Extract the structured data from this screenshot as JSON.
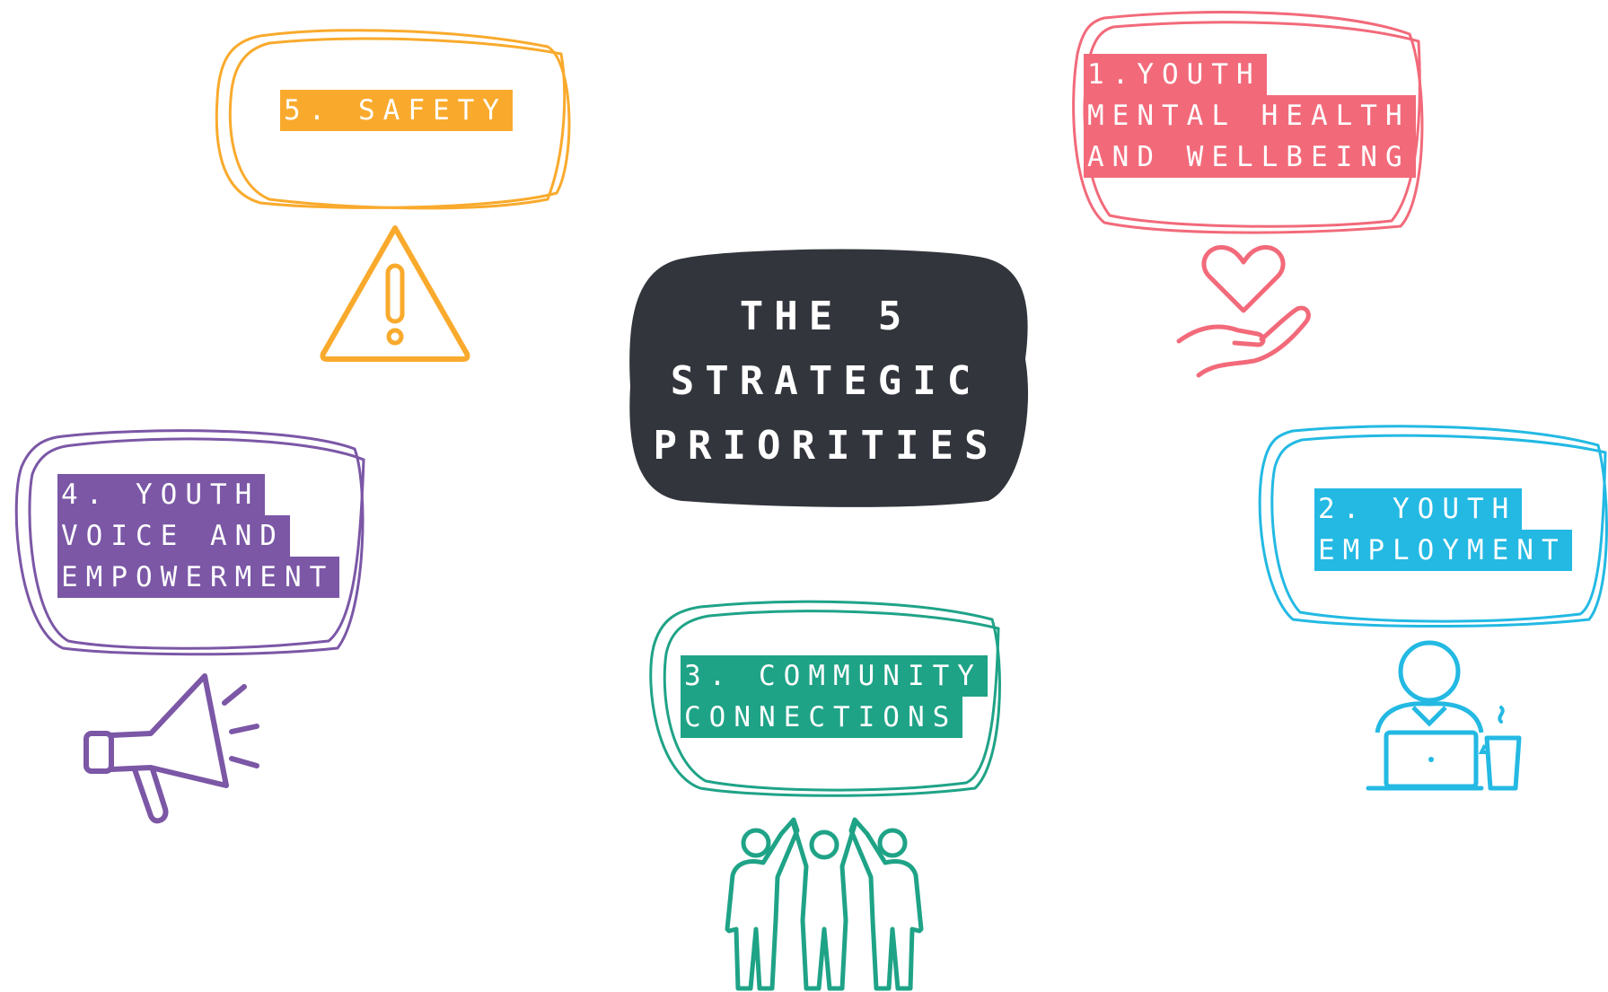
{
  "center": {
    "lines": [
      "THE 5",
      "STRATEGIC",
      "PRIORITIES"
    ]
  },
  "priorities": [
    {
      "id": "safety",
      "lines": [
        "5. SAFETY"
      ],
      "color": "#F9AA2D",
      "icon": "warning-triangle-icon"
    },
    {
      "id": "mental-health",
      "lines": [
        "1.YOUTH",
        "MENTAL HEALTH",
        "AND WELLBEING"
      ],
      "color": "#F26A7A",
      "icon": "heart-in-hand-icon"
    },
    {
      "id": "youth-voice",
      "lines": [
        "4. YOUTH",
        "VOICE AND",
        "EMPOWERMENT"
      ],
      "color": "#7B57A6",
      "icon": "megaphone-icon"
    },
    {
      "id": "employment",
      "lines": [
        "2. YOUTH",
        "EMPLOYMENT"
      ],
      "color": "#23B9E3",
      "icon": "person-at-laptop-icon"
    },
    {
      "id": "community",
      "lines": [
        "3. COMMUNITY",
        "CONNECTIONS"
      ],
      "color": "#1FA387",
      "icon": "group-high-five-icon"
    }
  ],
  "colors": {
    "center_bg": "#32353C",
    "background": "#FFFFFF"
  }
}
